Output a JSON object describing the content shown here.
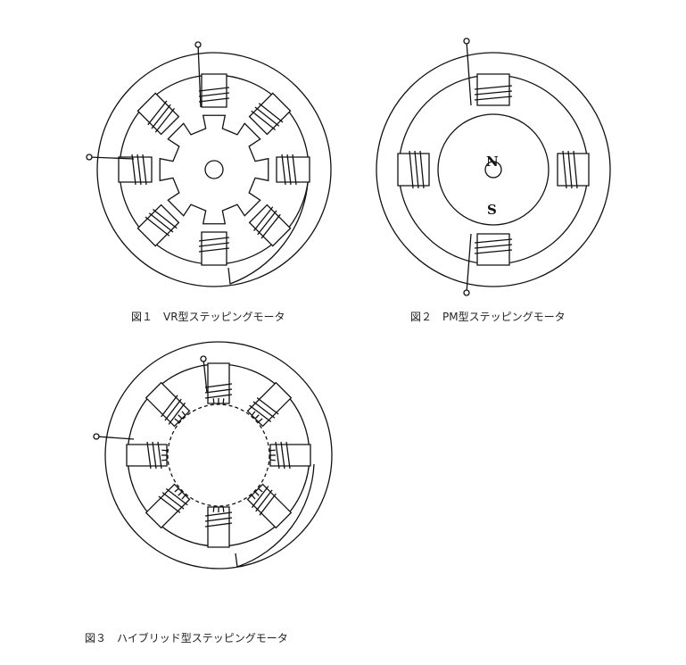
{
  "figures": [
    {
      "caption": "図１　VR型ステッピングモータ",
      "type": "VR",
      "stator_poles": 8,
      "rotor_teeth": 8
    },
    {
      "caption": "図２　PM型ステッピングモータ",
      "type": "PM",
      "stator_poles": 4,
      "pole_labels": {
        "north": "N",
        "south": "S"
      }
    },
    {
      "caption": "図３　ハイブリッド型ステッピングモータ",
      "type": "Hybrid",
      "stator_poles": 8
    }
  ]
}
